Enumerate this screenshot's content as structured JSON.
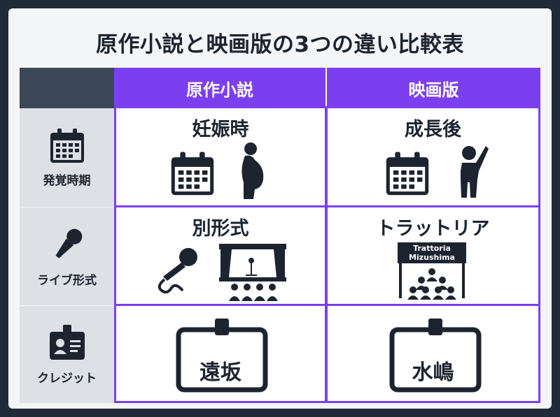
{
  "title": "原作小説と映画版の3つの違い比較表",
  "columns": [
    "原作小説",
    "映画版"
  ],
  "rows": [
    {
      "label": "発覚時期",
      "icon": "calendar-icon",
      "novel": "妊娠時",
      "movie": "成長後"
    },
    {
      "label": "ライブ形式",
      "icon": "microphone-icon",
      "novel": "別形式",
      "movie": "トラットリア"
    },
    {
      "label": "クレジット",
      "icon": "id-badge-icon",
      "novel": "遠坂",
      "movie": "水嶋"
    }
  ],
  "sign": {
    "line1": "Trattoria",
    "line2": "Mizushima"
  },
  "colors": {
    "accent": "#7b3ff0",
    "dark": "#1c2430",
    "header_dark": "#3b4656",
    "row_header": "#dde0e5"
  }
}
